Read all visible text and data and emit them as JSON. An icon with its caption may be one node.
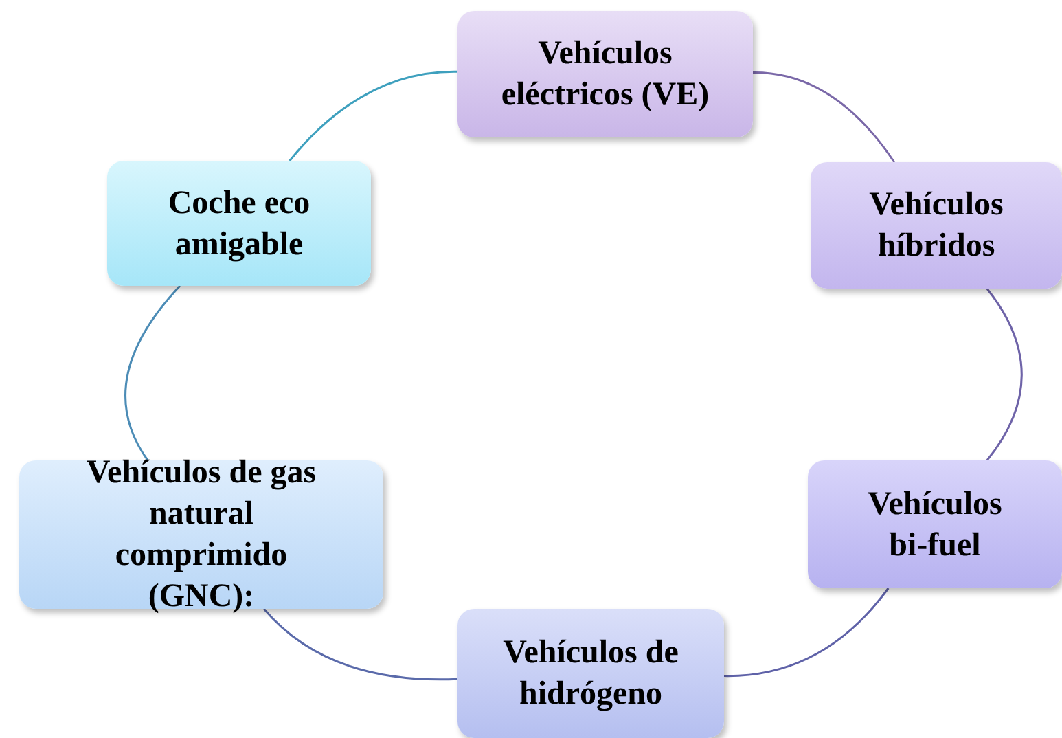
{
  "diagram": {
    "nodes": [
      {
        "text": [
          "Vehículos eléctricos (VE)"
        ]
      },
      {
        "text": [
          "Coche eco amigable"
        ]
      },
      {
        "text": [
          "Vehículos híbridos"
        ]
      },
      {
        "text": [
          "Vehículos de gas natural comprimido (GNC):"
        ]
      },
      {
        "text": [
          "Vehículos bi-fuel"
        ]
      },
      {
        "text": [
          "Vehículos de hidrógeno"
        ]
      }
    ],
    "edges": [
      {
        "from": 0,
        "to": 2,
        "arrow": "none"
      },
      {
        "from": 2,
        "to": 4,
        "arrow": "none"
      },
      {
        "from": 4,
        "to": 5,
        "arrow": "none"
      },
      {
        "from": 5,
        "to": 3,
        "arrow": "none"
      },
      {
        "from": 3,
        "to": 1,
        "arrow": "none"
      },
      {
        "from": 1,
        "to": 0,
        "arrow": "none"
      }
    ]
  }
}
